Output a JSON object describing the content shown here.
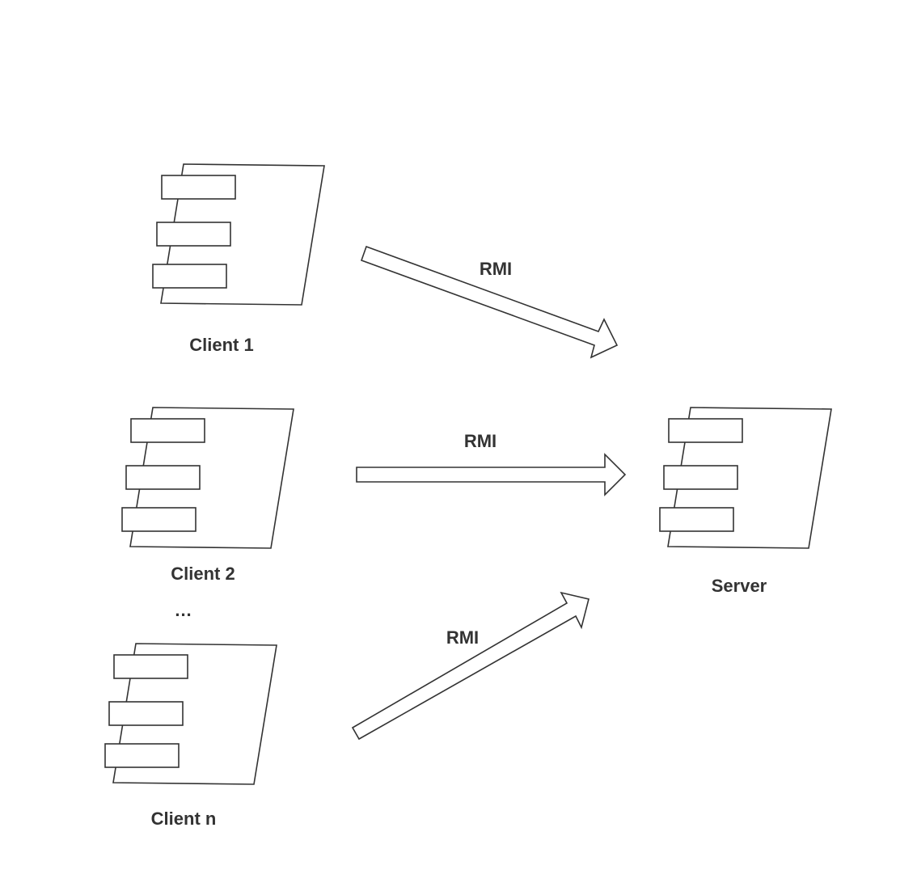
{
  "nodes": {
    "client_1": {
      "label": "Client 1"
    },
    "client_2": {
      "label": "Client 2"
    },
    "client_n": {
      "label": "Client n"
    },
    "server": {
      "label": "Server"
    }
  },
  "ellipsis": "...",
  "connections": [
    {
      "from": "Client 1",
      "to": "Server",
      "label": "RMI"
    },
    {
      "from": "Client 2",
      "to": "Server",
      "label": "RMI"
    },
    {
      "from": "Client n",
      "to": "Server",
      "label": "RMI"
    }
  ]
}
